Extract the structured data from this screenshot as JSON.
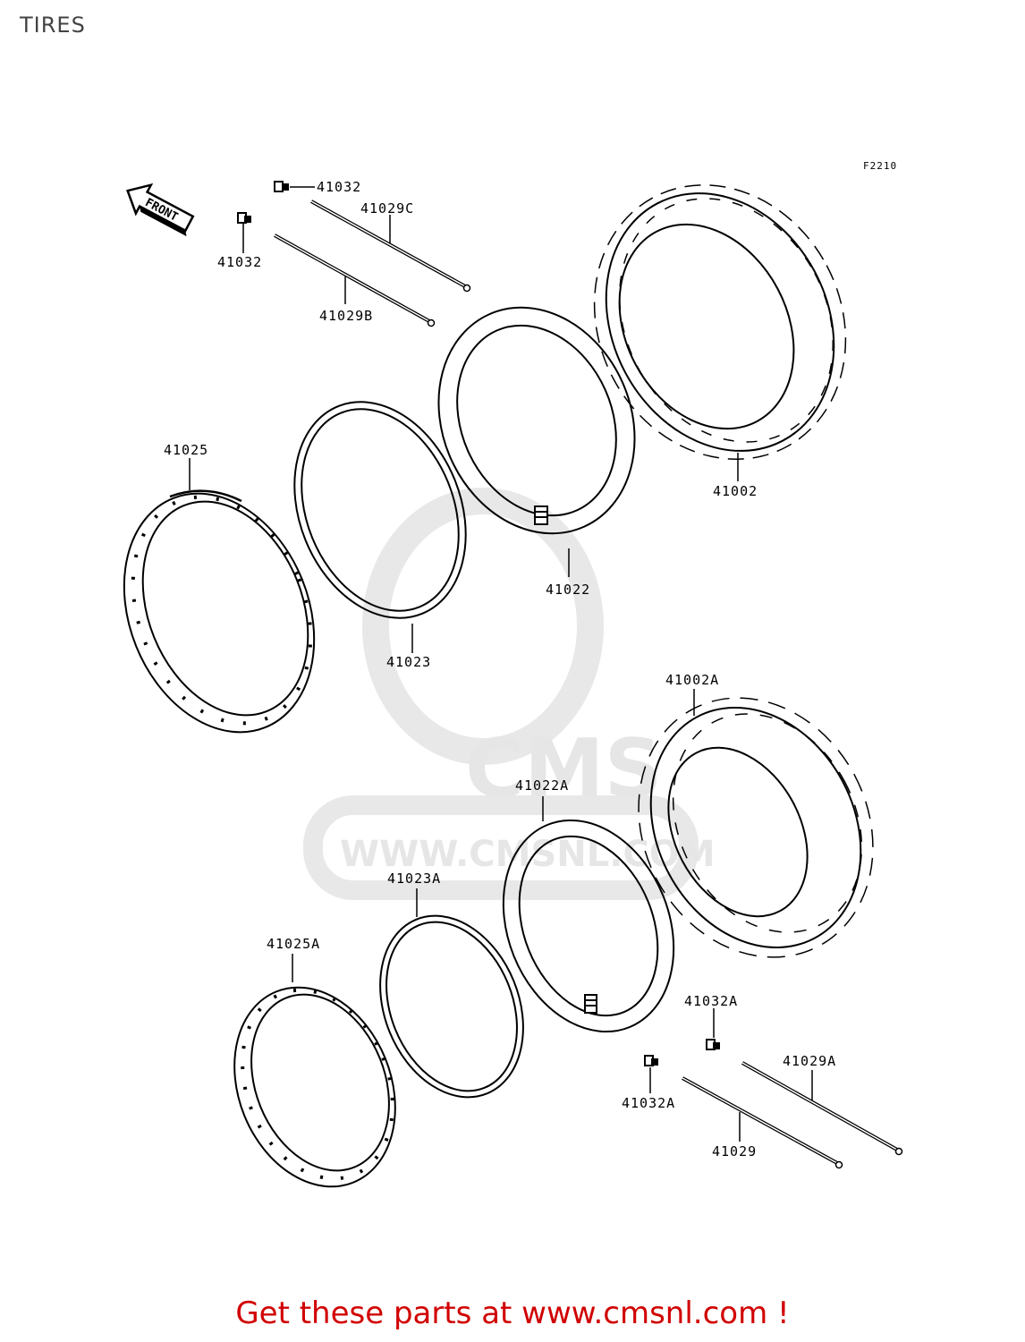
{
  "page": {
    "title": "TIRES",
    "figure_code": "F2210",
    "footer": "Get these parts at www.cmsnl.com !"
  },
  "arrow": {
    "label": "FRONT"
  },
  "watermark": {
    "brand": "CMS",
    "url": "WWW.CMSNL.COM"
  },
  "callouts": {
    "c41032_top": "41032",
    "c41032_left": "41032",
    "c41029C": "41029C",
    "c41029B": "41029B",
    "c41025": "41025",
    "c41023": "41023",
    "c41022": "41022",
    "c41002": "41002",
    "c41002A": "41002A",
    "c41022A": "41022A",
    "c41023A": "41023A",
    "c41025A": "41025A",
    "c41032A_right": "41032A",
    "c41032A_left": "41032A",
    "c41029A": "41029A",
    "c41029": "41029"
  },
  "colors": {
    "title": "#444444",
    "footer": "#d10000",
    "line": "#000000",
    "watermark": "#e6e6e6"
  }
}
